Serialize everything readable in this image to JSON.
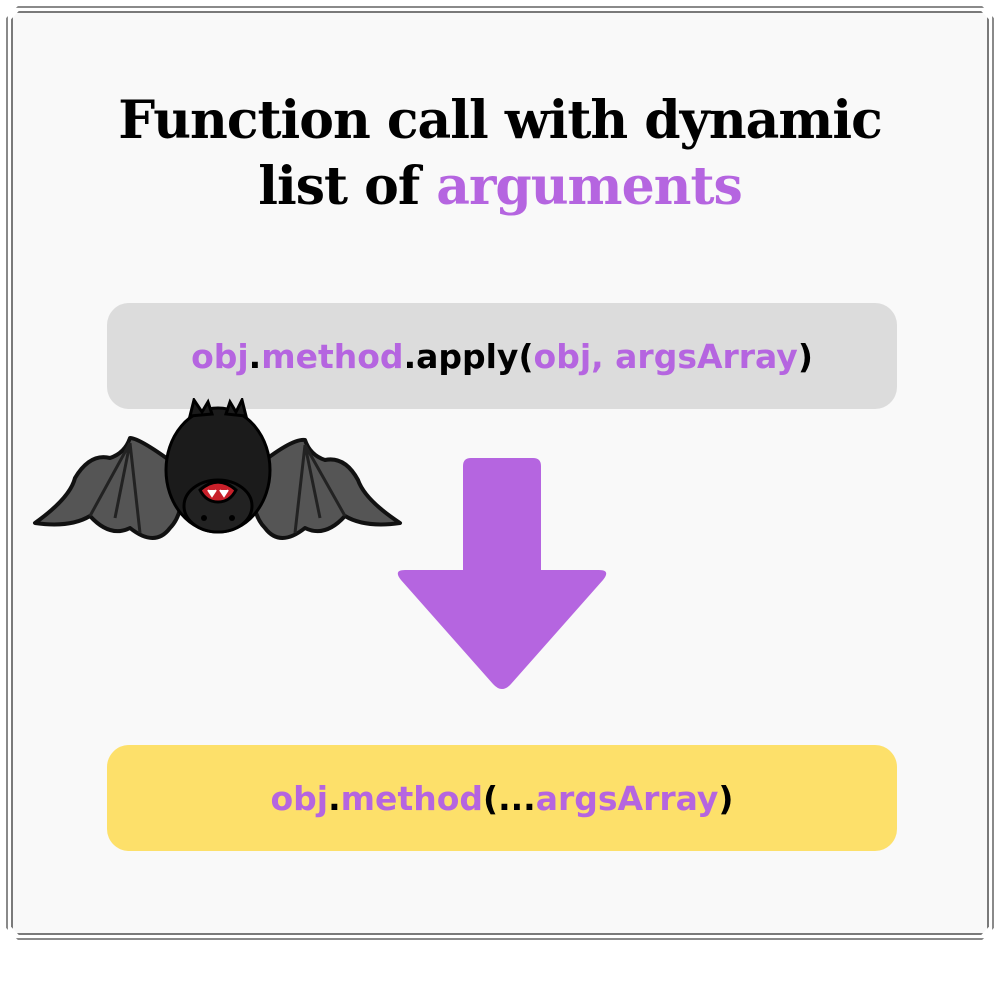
{
  "title": {
    "line1": "Function call with dynamic",
    "line2_prefix": "list of ",
    "line2_accent": "arguments"
  },
  "colors": {
    "accent": "#b565e0",
    "gray_box": "#dcdcdc",
    "yellow_box": "#fde06a"
  },
  "code_before": {
    "obj": "obj",
    "dot1": ".",
    "method": "method",
    "apply": ".apply",
    "open_paren": "(",
    "args": "obj, argsArray",
    "close_paren": ")"
  },
  "code_after": {
    "obj": "obj",
    "dot": ".",
    "method": "method",
    "open_paren": "(",
    "spread": "...",
    "args": "argsArray",
    "close_paren": ")"
  },
  "icons": {
    "arrow": "arrow-down-icon",
    "bat": "bat-icon"
  }
}
